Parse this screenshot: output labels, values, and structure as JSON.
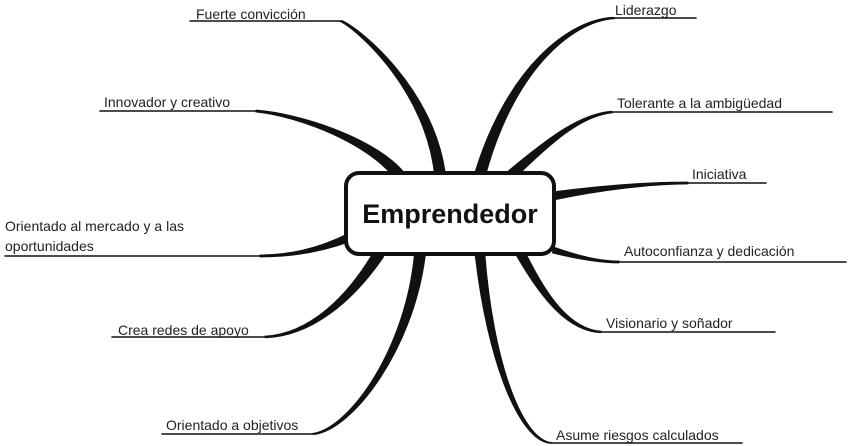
{
  "center": {
    "label": "Emprendedor"
  },
  "branches": [
    {
      "id": "fuerte-conviccion",
      "label": "Fuerte convicción"
    },
    {
      "id": "innovador-creativo",
      "label": "Innovador y creativo"
    },
    {
      "id": "orientado-mercado",
      "label": [
        "Orientado al mercado y a las",
        "oportunidades"
      ]
    },
    {
      "id": "crea-redes",
      "label": "Crea redes de apoyo"
    },
    {
      "id": "orientado-objetivos",
      "label": "Orientado a objetivos"
    },
    {
      "id": "liderazgo",
      "label": "Liderazgo"
    },
    {
      "id": "tolerante-ambiguedad",
      "label": "Tolerante a la ambigüedad"
    },
    {
      "id": "iniciativa",
      "label": "Iniciativa"
    },
    {
      "id": "autoconfianza",
      "label": "Autoconfianza y dedicación"
    },
    {
      "id": "visionario",
      "label": "Visionario y soñador"
    },
    {
      "id": "asume-riesgos",
      "label": "Asume riesgos calculados"
    }
  ],
  "colors": {
    "ink": "#111111",
    "background": "#ffffff"
  }
}
